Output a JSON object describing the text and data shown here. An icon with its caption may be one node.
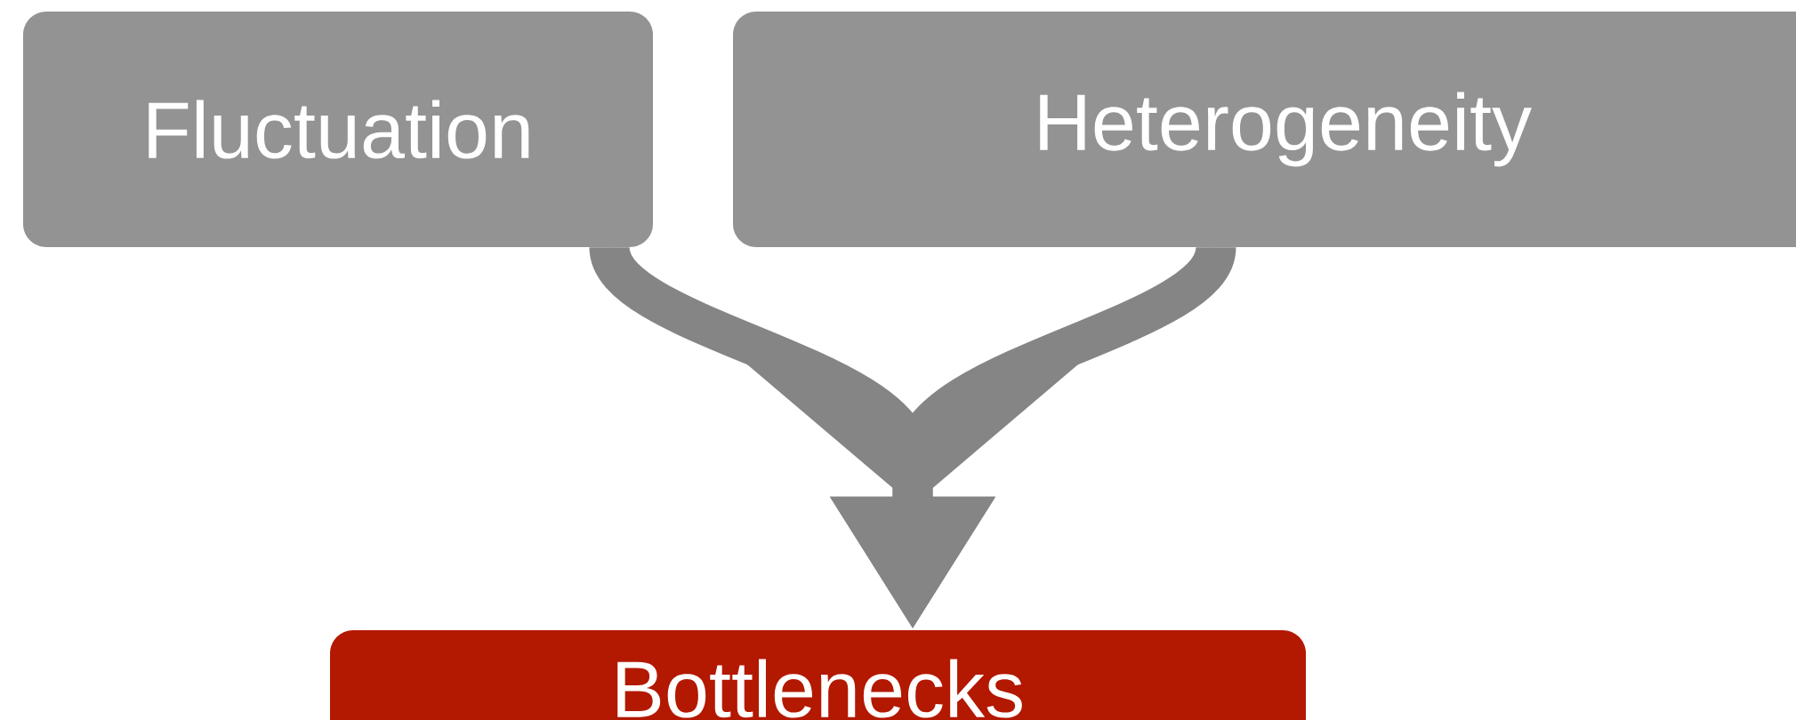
{
  "diagram": {
    "nodes": [
      {
        "text": [
          "Fluctuation"
        ]
      },
      {
        "text": [
          "Heterogeneity"
        ]
      },
      {
        "text": [
          "Bottlenecks"
        ]
      }
    ],
    "edges": [
      {
        "from": 0,
        "to": 2,
        "arrow": "to"
      },
      {
        "from": 1,
        "to": 2,
        "arrow": "to"
      }
    ]
  }
}
